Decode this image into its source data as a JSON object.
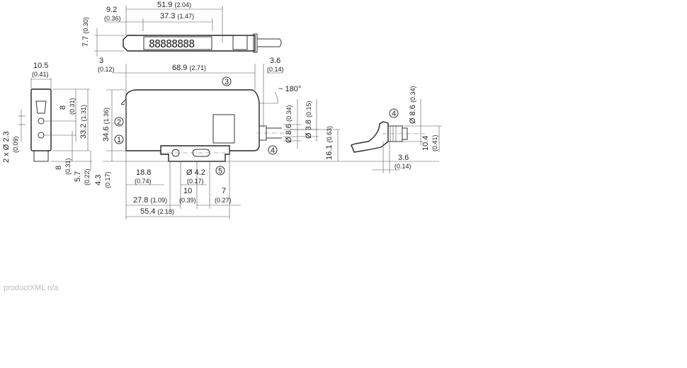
{
  "dims": {
    "top_overall": {
      "mm": "51.9",
      "in": "(2.04)"
    },
    "top_offset": {
      "mm": "9.2",
      "in": "(0.36)"
    },
    "top_display": {
      "mm": "37.3",
      "in": "(1.47)"
    },
    "top_height": {
      "mm": "7.7",
      "in": "(0.30)"
    },
    "side_left_gap": {
      "mm": "3",
      "in": "(0.12)"
    },
    "side_length": {
      "mm": "68.9",
      "in": "(2.71)"
    },
    "side_right_gap": {
      "mm": "3.6",
      "in": "(0.14)"
    },
    "end_width": {
      "mm": "10.5",
      "in": "(0.41)"
    },
    "end_hole_top": {
      "mm": "8",
      "in": "(0.31)"
    },
    "end_height": {
      "mm": "33.2",
      "in": "(1.31)"
    },
    "end_holes": {
      "mm": "2 x Ø 2.3",
      "in": "(0.09)"
    },
    "end_hole_bottom": {
      "mm": "8",
      "in": "(0.31)"
    },
    "end_base": {
      "mm": "5.7",
      "in": "(0.22)"
    },
    "side_base": {
      "mm": "4.3",
      "in": "(0.17)"
    },
    "side_height": {
      "mm": "34.6",
      "in": "(1.36)"
    },
    "angle": {
      "mm": "~ 180°"
    },
    "cable_outer": {
      "mm": "Ø 8.6",
      "in": "(0.34)"
    },
    "cable_inner": {
      "mm": "Ø 3.8",
      "in": "(0.15)"
    },
    "cable_height": {
      "mm": "16.1",
      "in": "(0.63)"
    },
    "mount_a": {
      "mm": "18.8",
      "in": "(0.74)"
    },
    "mount_hole": {
      "mm": "Ø 4.2",
      "in": "(0.17)"
    },
    "mount_b": {
      "mm": "10",
      "in": "(0.39)"
    },
    "mount_c": {
      "mm": "7",
      "in": "(0.27)"
    },
    "mount_d": {
      "mm": "27.8",
      "in": "(1.09)"
    },
    "mount_total": {
      "mm": "55.4",
      "in": "(2.18)"
    },
    "conn_dia": {
      "mm": "Ø 8.6",
      "in": "(0.34)"
    },
    "conn_height": {
      "mm": "10.4",
      "in": "(0.41)"
    },
    "conn_len": {
      "mm": "3.6",
      "in": "(0.14)"
    }
  },
  "callouts": {
    "c1": "1",
    "c2": "2",
    "c3": "3",
    "c4": "4",
    "c5": "5",
    "c4b": "4"
  },
  "display_digits": "88888888",
  "footer": "productXML n/a"
}
